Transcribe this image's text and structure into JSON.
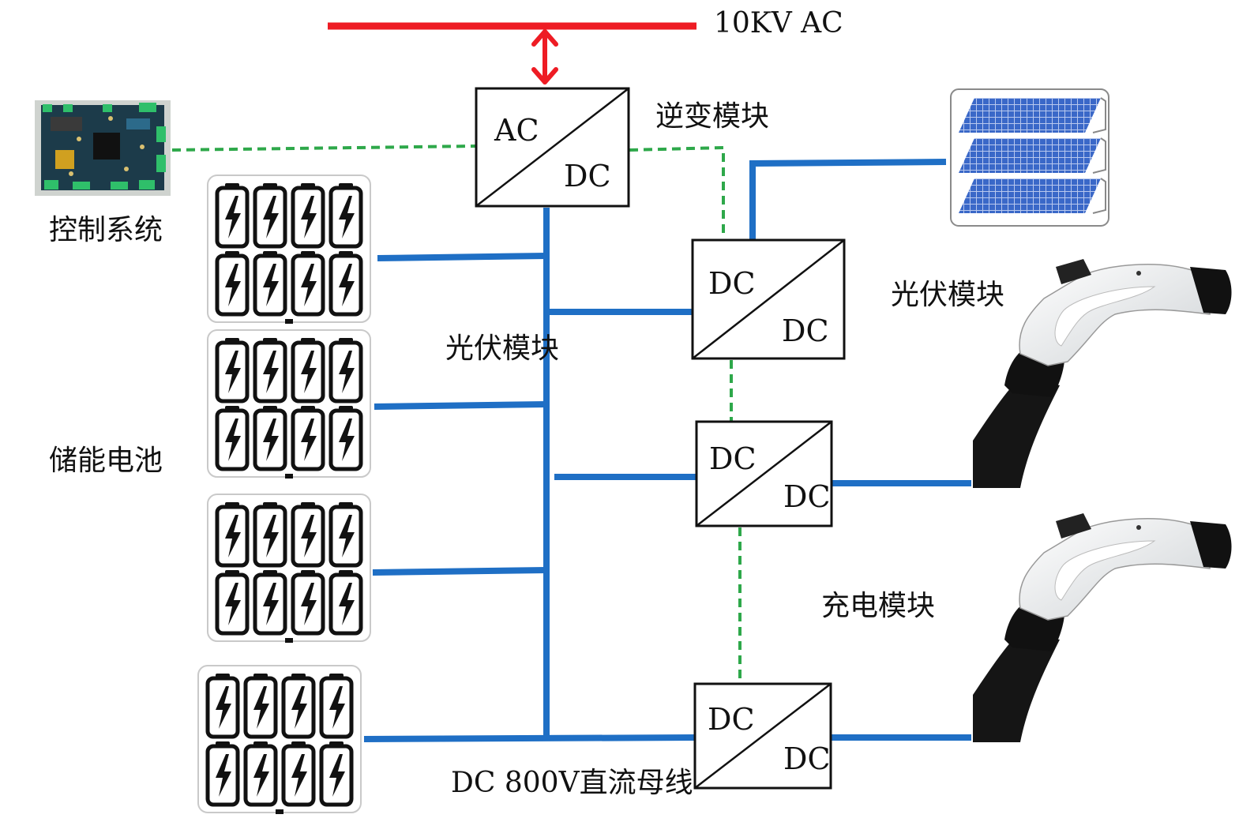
{
  "labels": {
    "grid": "10KV AC",
    "inverter": "逆变模块",
    "control": "控制系统",
    "storage": "储能电池",
    "pv_mid": "光伏模块",
    "pv_right": "光伏模块",
    "charge": "充电模块",
    "bus": "DC 800V直流母线"
  },
  "converters": {
    "inverter": {
      "top": "AC",
      "bottom": "DC"
    },
    "pv": {
      "top": "DC",
      "bottom": "DC"
    },
    "charger1": {
      "top": "DC",
      "bottom": "DC"
    },
    "charger2": {
      "top": "DC",
      "bottom": "DC"
    }
  },
  "colors": {
    "ac_line": "#ee1c24",
    "dc_line": "#1f6fc5",
    "control_line": "#2ea84a",
    "box_border": "#111111"
  },
  "icons": {
    "control_board": "pcb-board-icon",
    "battery_pack": "battery-pack-icon",
    "solar_panel": "solar-panel-icon",
    "charging_gun": "ev-charging-gun-icon"
  }
}
